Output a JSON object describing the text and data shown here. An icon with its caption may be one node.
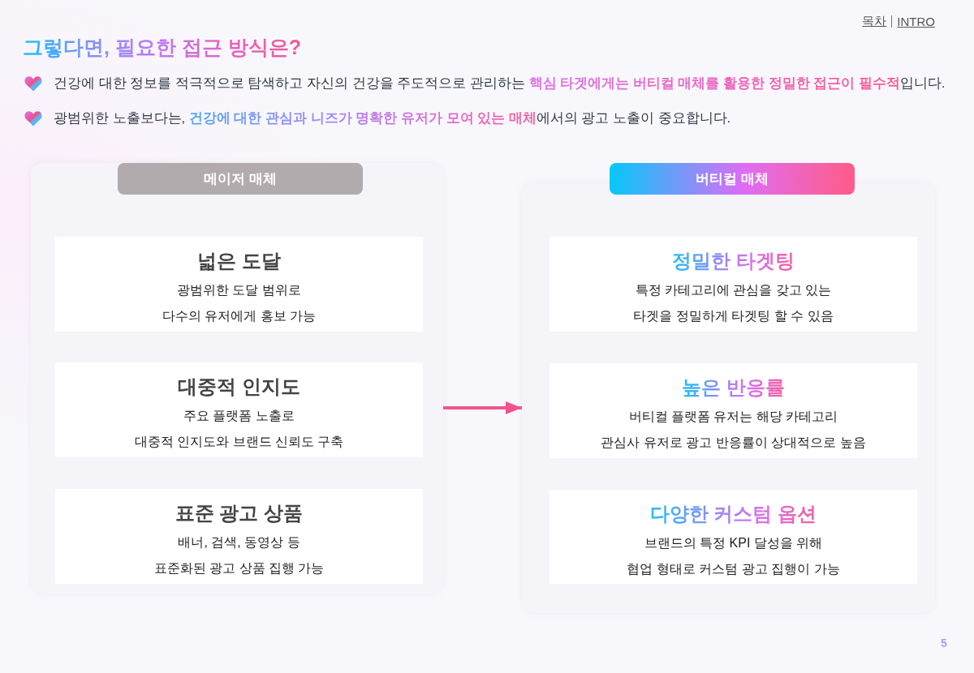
{
  "diagram": {
    "title": "그렇다면, 필요한 접근 방식은?",
    "nodes": [
      {
        "text": [
          "메이저 매체"
        ]
      },
      {
        "text": [
          "넓은 도달",
          "광범위한 도달 범위로 다수의 유저에게 홍보 가능"
        ],
        "in": 0
      },
      {
        "text": [
          "대중적 인지도",
          "주요 플랫폼 노출로 대중적 인지도와 브랜드 신뢰도 구축"
        ],
        "in": 0
      },
      {
        "text": [
          "표준 광고 상품",
          "배너, 검색, 동영상 등 표준화된 광고 상품 집행 가능"
        ],
        "in": 0
      },
      {
        "text": [
          "버티컬 매체"
        ]
      },
      {
        "text": [
          "정밀한 타겟팅",
          "특정 카테고리에 관심을 갖고 있는 타겟을 정밀하게 타겟팅 할 수 있음"
        ],
        "in": 4
      },
      {
        "text": [
          "높은 반응률",
          "버티컬 플랫폼 유저는 해당 카테고리 관심사 유저로 광고 반응률이 상대적으로 높음"
        ],
        "in": 4
      },
      {
        "text": [
          "다양한 커스텀 옵션",
          "브랜드의 특정 KPI 달성을 위해 협업 형태로 커스텀 광고 집행이 가능"
        ],
        "in": 4
      }
    ],
    "edges": [
      {
        "from": 0,
        "to": 4,
        "arrow": "to"
      }
    ],
    "labels": [
      "목차",
      "INTRO",
      "건강에 대한 정보를 적극적으로 탐색하고 자신의 건강을 주도적으로 관리하는 **핵심 타겟에게는 버티컬 매체를 활용한 정밀한 접근이 필수적**입니다.",
      "광범위한 노출보다는, **건강에 대한 관심과 니즈가 명확한 유저가 모여 있는 매체**에서의 광고 노출이 중요합니다.",
      "5"
    ]
  }
}
